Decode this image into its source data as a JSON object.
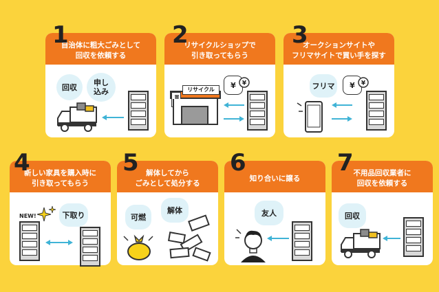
{
  "cards": [
    {
      "number": "1",
      "title_line1": "自治体に粗大ごみとして",
      "title_line2": "回収を依頼する",
      "bubble1": "回収",
      "bubble2_line1": "申し",
      "bubble2_line2": "込み"
    },
    {
      "number": "2",
      "title_line1": "リサイクルショップで",
      "title_line2": "引き取ってもらう",
      "shop_sign": "リサイクル",
      "shop_kaitori": "買取",
      "yen": "¥"
    },
    {
      "number": "3",
      "title_line1": "オークションサイトや",
      "title_line2": "フリマサイトで買い手を探す",
      "bubble": "フリマ",
      "yen": "¥"
    },
    {
      "number": "4",
      "title_line1": "新しい家具を購入時に",
      "title_line2": "引き取ってもらう",
      "new_label": "NEW!",
      "bubble": "下取り"
    },
    {
      "number": "5",
      "title_line1": "解体してから",
      "title_line2": "ごみとして処分する",
      "bubble1": "可燃",
      "bubble2": "解体"
    },
    {
      "number": "6",
      "title_line1": "知り合いに譲る",
      "title_line2": "",
      "bubble": "友人"
    },
    {
      "number": "7",
      "title_line1": "不用品回収業者に",
      "title_line2": "回収を依頼する",
      "bubble": "回収"
    }
  ],
  "colors": {
    "background": "#fbd33c",
    "header": "#f0781e",
    "arrow": "#3fb3d6",
    "bubble": "#dff2f8"
  }
}
